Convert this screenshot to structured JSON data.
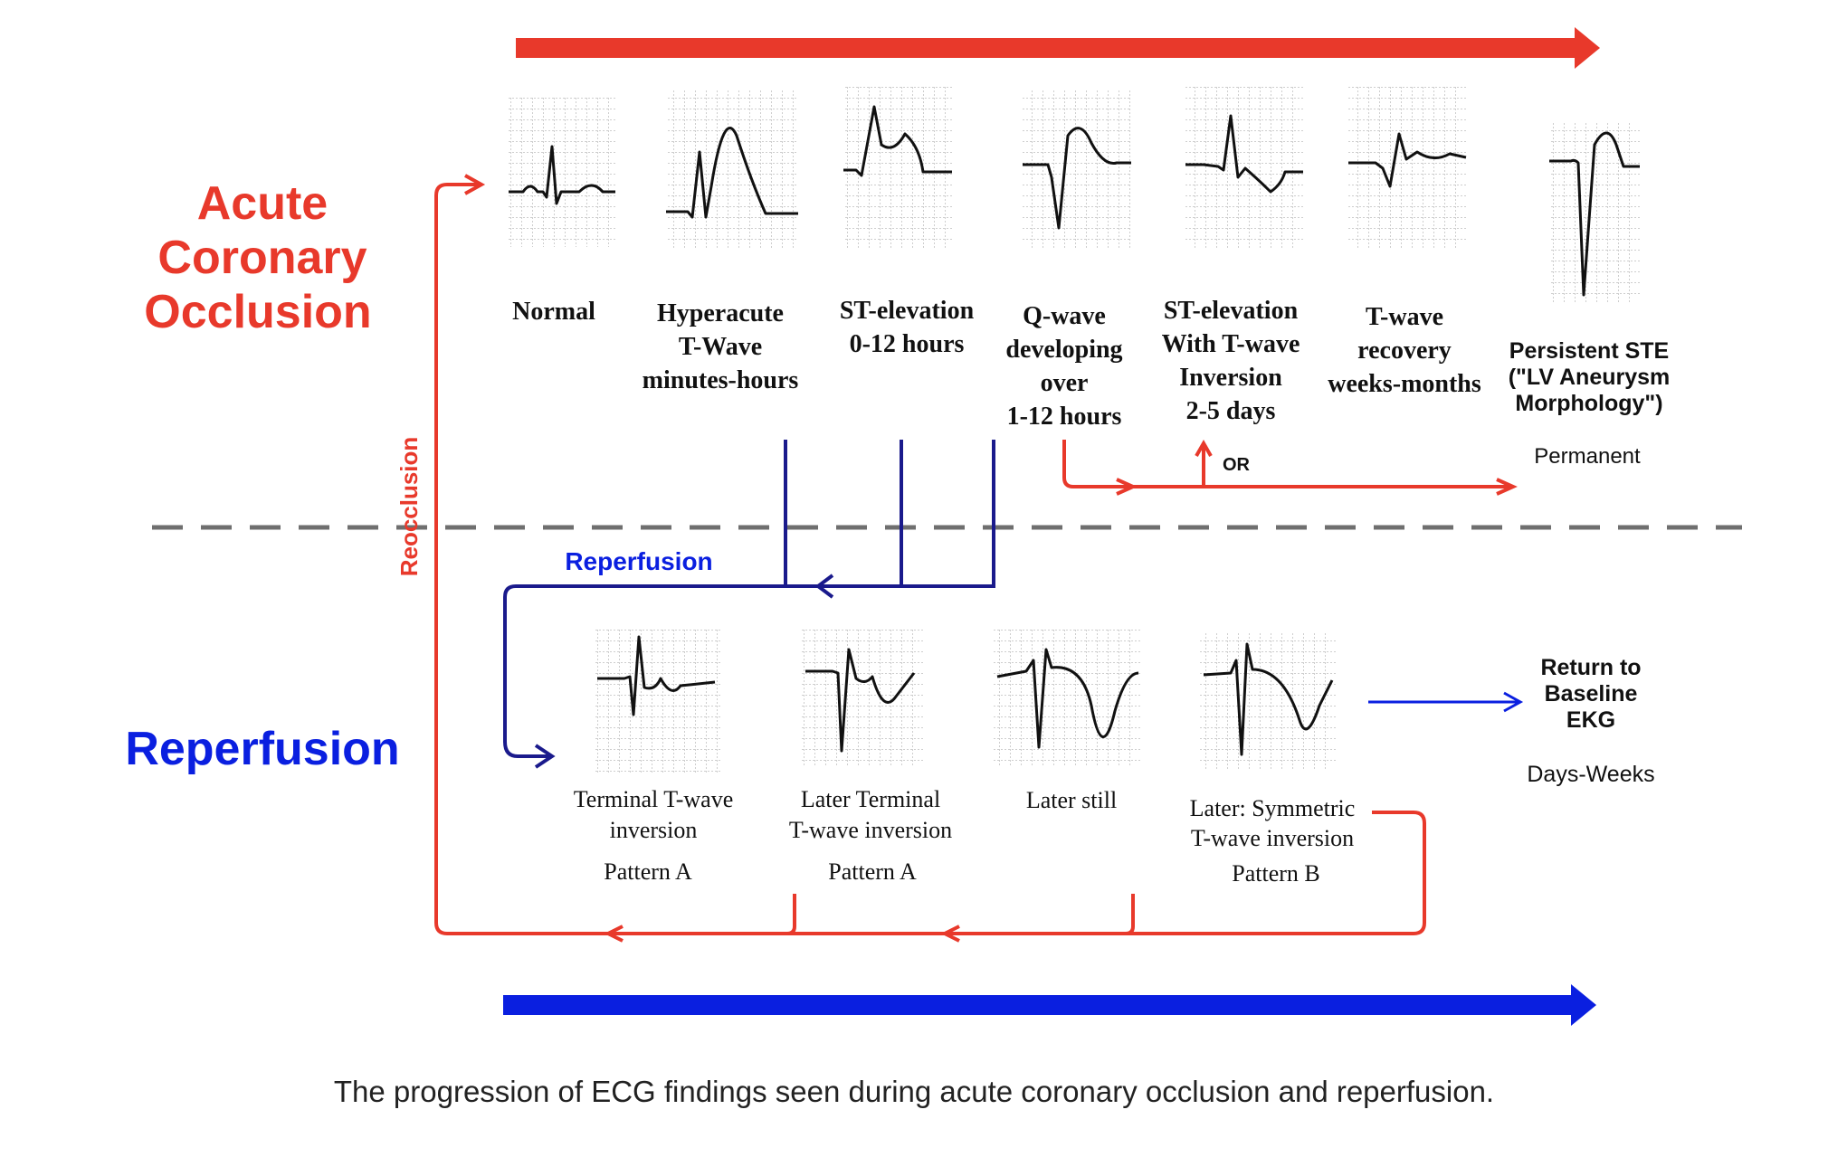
{
  "side_labels": {
    "acute_line1": "Acute",
    "acute_line2": "Coronary",
    "acute_line3": "Occlusion",
    "reperfusion": "Reperfusion",
    "reocclusion": "Reocclusion"
  },
  "acute_stages": [
    {
      "lines": [
        "Normal"
      ]
    },
    {
      "lines": [
        "Hyperacute",
        "T-Wave",
        "minutes-hours"
      ]
    },
    {
      "lines": [
        "ST-elevation",
        "0-12 hours"
      ]
    },
    {
      "lines": [
        "Q-wave",
        "developing",
        "over",
        "1-12 hours"
      ]
    },
    {
      "lines": [
        "ST-elevation",
        "With T-wave",
        "Inversion",
        "2-5 days"
      ]
    },
    {
      "lines": [
        "T-wave",
        "recovery",
        "weeks-months"
      ]
    },
    {
      "lines": [
        "Persistent STE",
        "(\"LV Aneurysm",
        "Morphology\")"
      ],
      "sub": "Permanent"
    }
  ],
  "or_label": "OR",
  "reperfusion_arrow_label": "Reperfusion",
  "reperfusion_stages": [
    {
      "lines": [
        "Terminal T-wave",
        "inversion"
      ],
      "pattern": "Pattern A"
    },
    {
      "lines": [
        "Later Terminal",
        "T-wave inversion"
      ],
      "pattern": "Pattern A"
    },
    {
      "lines": [
        "Later still"
      ],
      "pattern": ""
    },
    {
      "lines": [
        "Later: Symmetric",
        "T-wave inversion"
      ],
      "pattern": "Pattern B"
    }
  ],
  "baseline": {
    "lines": [
      "Return to",
      "Baseline",
      "EKG"
    ],
    "sub": "Days-Weeks"
  },
  "caption": "The progression of ECG findings seen during acute coronary occlusion and reperfusion.",
  "colors": {
    "acute": "#e8392b",
    "reperfusion": "#0a1fe0",
    "navy": "#1a1a8c",
    "dash": "#6f6f6f"
  }
}
